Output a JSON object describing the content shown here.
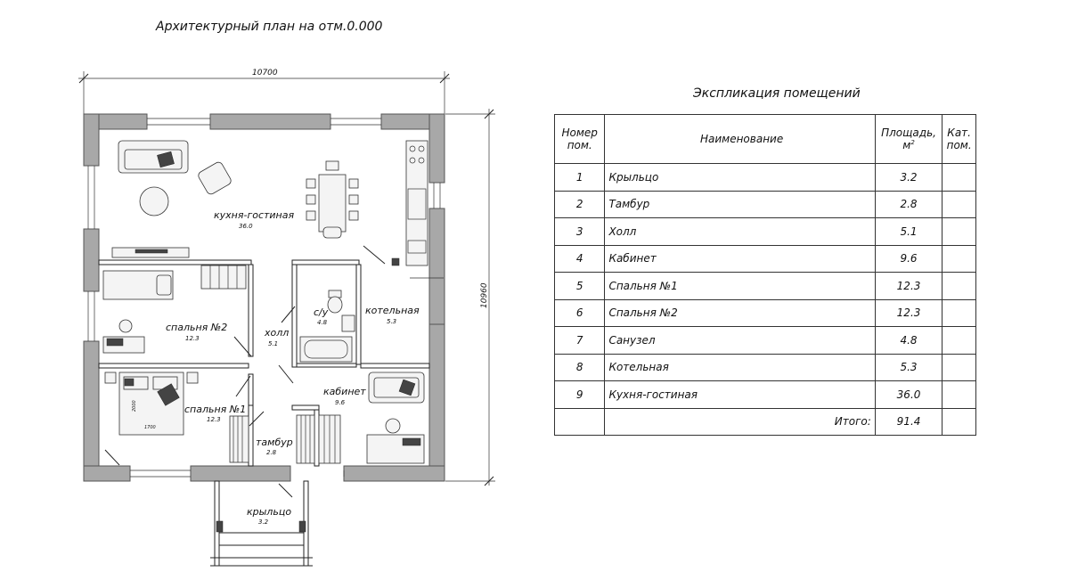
{
  "plan": {
    "title": "Архитектурный план на отм.0.000",
    "dim_width": "10700",
    "dim_height": "10960",
    "rooms": [
      {
        "name": "кухня-гостиная",
        "area": "36.0"
      },
      {
        "name": "спальня №2",
        "area": "12.3"
      },
      {
        "name": "холл",
        "area": "5.1"
      },
      {
        "name": "с/у",
        "area": "4.8"
      },
      {
        "name": "котельная",
        "area": "5.3"
      },
      {
        "name": "спальня №1",
        "area": "12.3"
      },
      {
        "name": "кабинет",
        "area": "9.6"
      },
      {
        "name": "тамбур",
        "area": "2.8"
      },
      {
        "name": "крыльцо",
        "area": "3.2"
      }
    ],
    "bed_dims": {
      "length": "2000",
      "width": "1700"
    }
  },
  "explication": {
    "title": "Экспликация помещений",
    "headers": {
      "num_line1": "Номер",
      "num_line2": "пом.",
      "name": "Наименование",
      "area_line1": "Площадь,",
      "area_unit": "м",
      "area_sup": "2",
      "cat_line1": "Кат.",
      "cat_line2": "пом."
    },
    "rows": [
      {
        "num": "1",
        "name": "Крыльцо",
        "area": "3.2"
      },
      {
        "num": "2",
        "name": "Тамбур",
        "area": "2.8"
      },
      {
        "num": "3",
        "name": "Холл",
        "area": "5.1"
      },
      {
        "num": "4",
        "name": "Кабинет",
        "area": "9.6"
      },
      {
        "num": "5",
        "name": "Спальня №1",
        "area": "12.3"
      },
      {
        "num": "6",
        "name": "Спальня №2",
        "area": "12.3"
      },
      {
        "num": "7",
        "name": "Санузел",
        "area": "4.8"
      },
      {
        "num": "8",
        "name": "Котельная",
        "area": "5.3"
      },
      {
        "num": "9",
        "name": "Кухня-гостиная",
        "area": "36.0"
      }
    ],
    "total_label": "Итого:",
    "total_value": "91.4"
  }
}
